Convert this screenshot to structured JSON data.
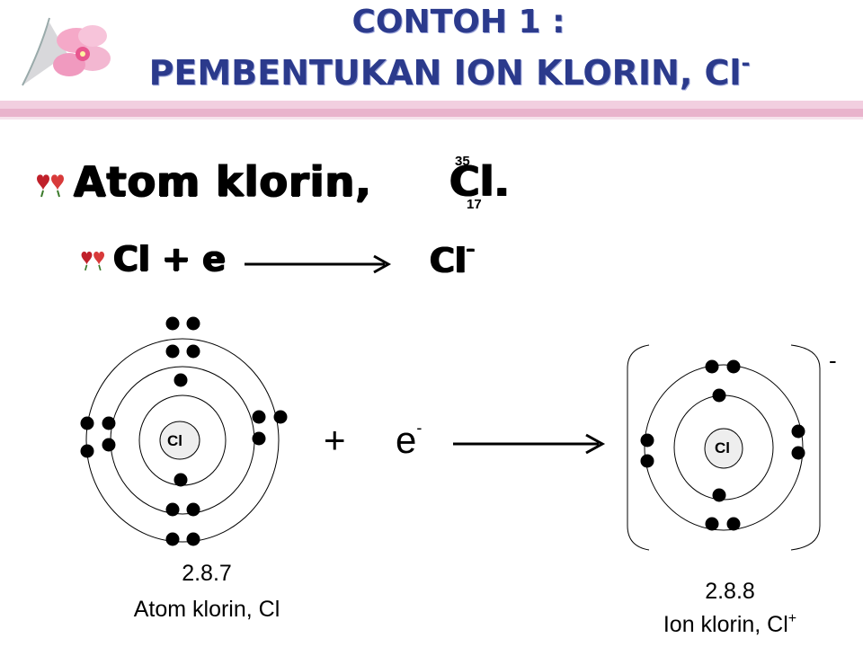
{
  "header": {
    "title_line1": "CONTOH 1 :",
    "title_line2": "PEMBENTUKAN ION KLORIN, Cl",
    "title_line2_sup": "-"
  },
  "bullets": {
    "b1_text": "Atom klorin,",
    "b1_symbol": "Cl.",
    "b1_mass_number": "35",
    "b1_atomic_number": "17",
    "b2_text": "Cl + e",
    "b2_product": "Cl",
    "b2_product_sup": "-"
  },
  "diagram": {
    "atom": {
      "nucleus_label": "Cl",
      "config": "2.8.7",
      "caption": "Atom klorin, Cl"
    },
    "plus_sign": "+",
    "electron": "e",
    "electron_sup": "-",
    "ion": {
      "nucleus_label": "Cl",
      "charge": "-",
      "config": "2.8.8",
      "caption": "Ion klorin, Cl",
      "caption_sup": "+"
    }
  },
  "colors": {
    "title": "#2b3a8c",
    "band": "#e9b3cc",
    "bullet_icon": "#c0202a"
  },
  "icons": [
    "flower-decoration-icon",
    "hearts-bullet-icon"
  ]
}
